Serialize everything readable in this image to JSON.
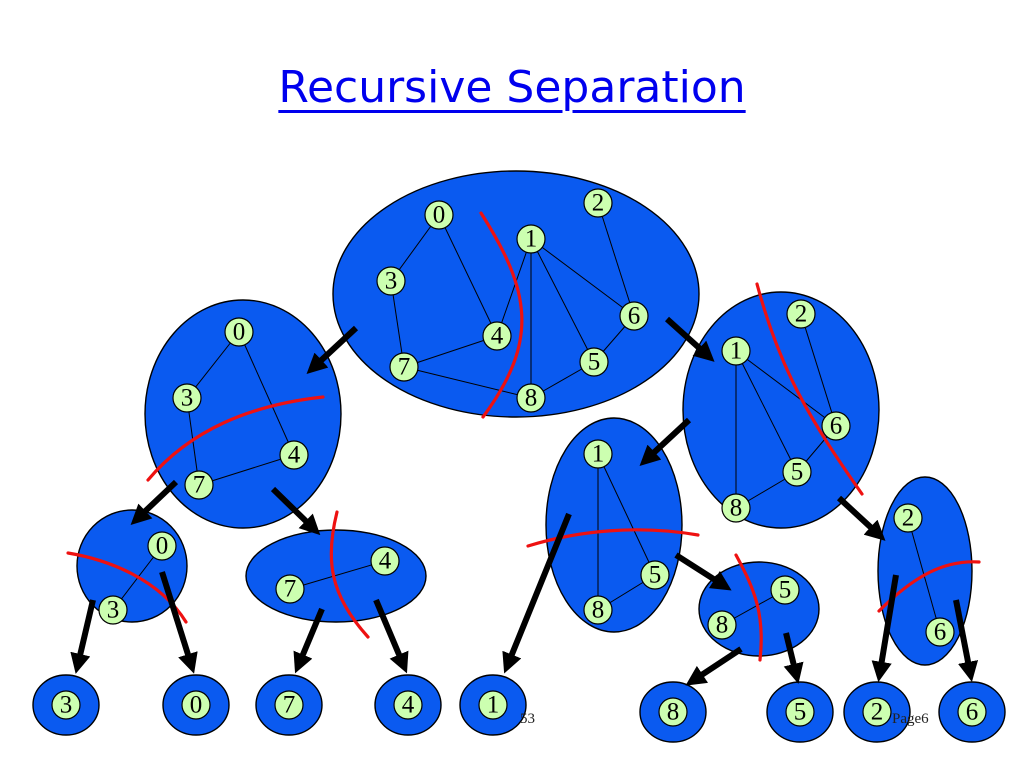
{
  "title": "Recursive Separation",
  "footer": {
    "page_number": "53",
    "page_label": "Page6"
  },
  "nodes": {
    "n0": "0",
    "n1": "1",
    "n2": "2",
    "n3": "3",
    "n4": "4",
    "n5": "5",
    "n6": "6",
    "n7": "7",
    "n8": "8"
  },
  "colors": {
    "cluster_fill": "#0a5af0",
    "node_fill": "#ccffb0",
    "separator": "#ee1111",
    "title": "#0000ee"
  }
}
